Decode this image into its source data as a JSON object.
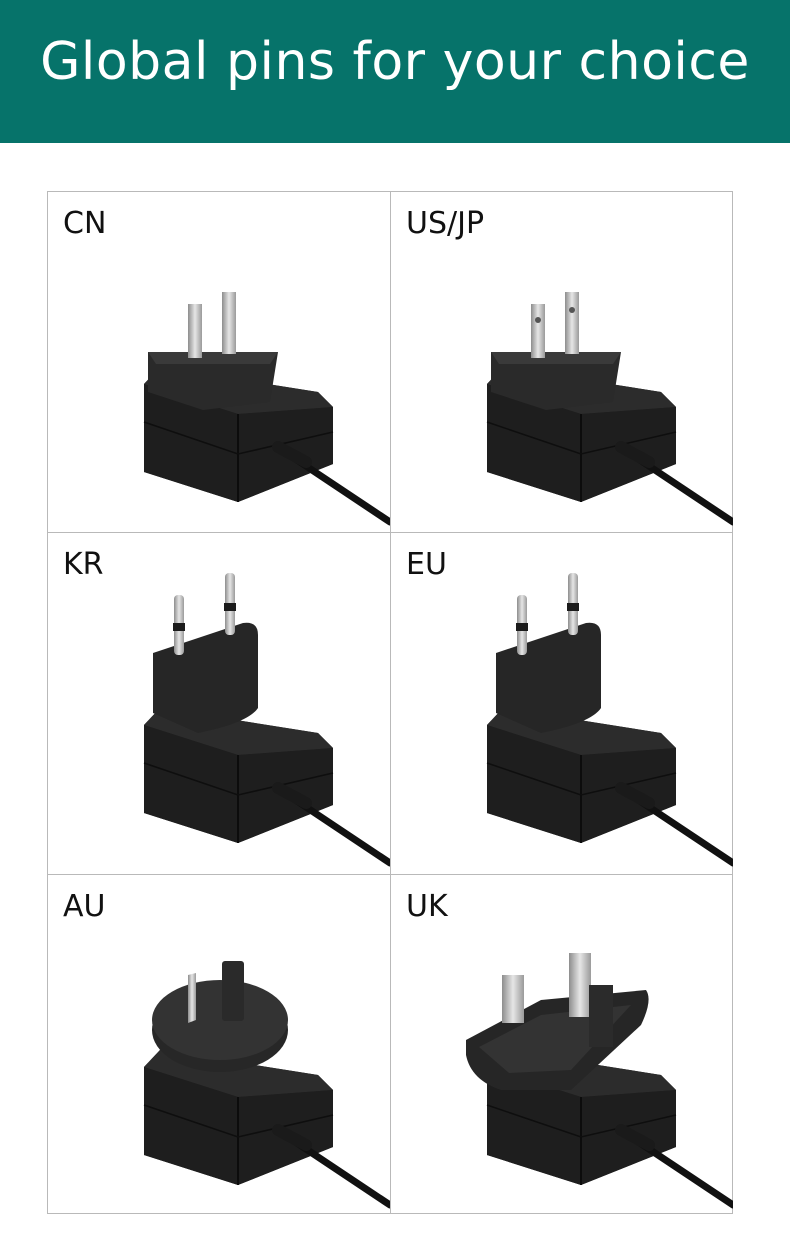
{
  "banner": {
    "title": "Global pins for your choice"
  },
  "cells": [
    {
      "label": "CN",
      "plug": "cn"
    },
    {
      "label": "US/JP",
      "plug": "us"
    },
    {
      "label": "KR",
      "plug": "eu"
    },
    {
      "label": "EU",
      "plug": "eu"
    },
    {
      "label": "AU",
      "plug": "au"
    },
    {
      "label": "UK",
      "plug": "uk"
    }
  ],
  "colors": {
    "banner": "#06736a",
    "adapter": "#1b1b1b",
    "pin": "#c9c9c9"
  }
}
